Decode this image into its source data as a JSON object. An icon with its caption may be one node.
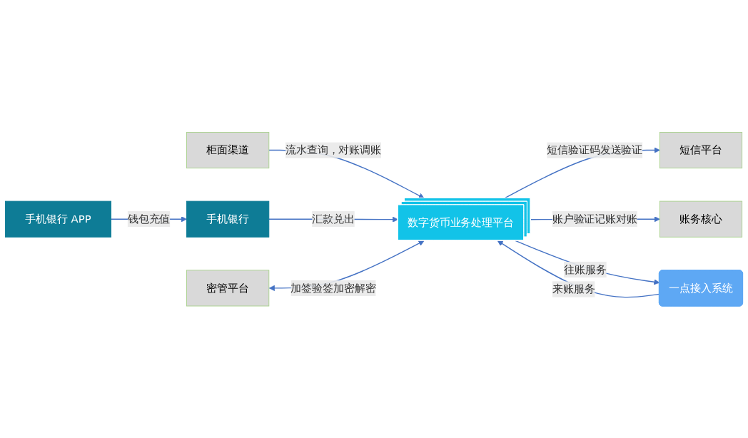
{
  "diagram": {
    "nodes": [
      {
        "text": [
          "柜面渠道"
        ]
      },
      {
        "text": [
          "手机银行 APP"
        ]
      },
      {
        "text": [
          "手机银行"
        ]
      },
      {
        "text": [
          "短信平台"
        ]
      },
      {
        "text": [
          "密管平台"
        ]
      },
      {
        "text": [
          "账务核心"
        ]
      },
      {
        "text": [
          "数字货币业务处理平台"
        ]
      },
      {
        "text": [
          "一点接入系统"
        ]
      }
    ],
    "edges": [
      {
        "from": 0,
        "to": 6,
        "arrow": "to",
        "label": "流水查询，对账调账"
      },
      {
        "from": 1,
        "to": 2,
        "arrow": "to",
        "label": "钱包充值"
      },
      {
        "from": 2,
        "to": 6,
        "arrow": "to",
        "label": "汇款兑出"
      },
      {
        "from": 6,
        "to": 3,
        "arrow": "to",
        "label": "短信验证码发送验证"
      },
      {
        "from": 4,
        "to": 6,
        "arrow": "both",
        "label": "加签验签加密解密"
      },
      {
        "from": 6,
        "to": 5,
        "arrow": "to",
        "label": "账户验证记账对账"
      },
      {
        "from": 6,
        "to": 7,
        "arrow": "to",
        "label": "往账服务"
      },
      {
        "from": 7,
        "to": 6,
        "arrow": "to",
        "label": "来账服务"
      }
    ]
  }
}
